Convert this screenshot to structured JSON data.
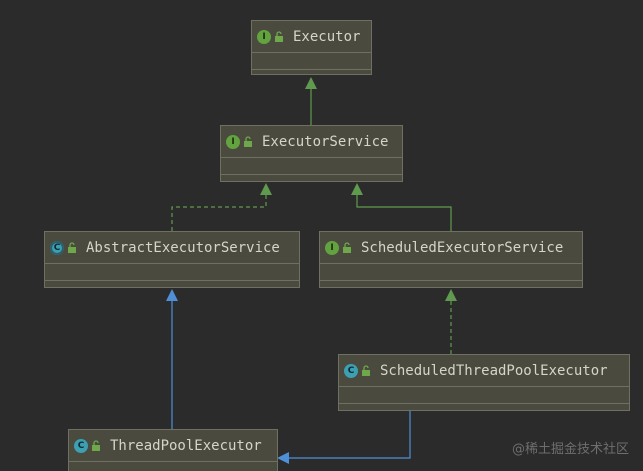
{
  "diagram": {
    "nodes": [
      {
        "id": "executor",
        "label": "Executor",
        "kind": "interface",
        "badge": "I"
      },
      {
        "id": "executor-service",
        "label": "ExecutorService",
        "kind": "interface",
        "badge": "I"
      },
      {
        "id": "abstract-executor-service",
        "label": "AbstractExecutorService",
        "kind": "abstract-class",
        "badge": "C"
      },
      {
        "id": "scheduled-executor-service",
        "label": "ScheduledExecutorService",
        "kind": "interface",
        "badge": "I"
      },
      {
        "id": "scheduled-thread-pool-executor",
        "label": "ScheduledThreadPoolExecutor",
        "kind": "class",
        "badge": "C"
      },
      {
        "id": "thread-pool-executor",
        "label": "ThreadPoolExecutor",
        "kind": "class",
        "badge": "C"
      }
    ],
    "edges": [
      {
        "from": "executor-service",
        "to": "executor",
        "type": "extends-interface"
      },
      {
        "from": "abstract-executor-service",
        "to": "executor-service",
        "type": "implements"
      },
      {
        "from": "scheduled-executor-service",
        "to": "executor-service",
        "type": "extends-interface"
      },
      {
        "from": "thread-pool-executor",
        "to": "abstract-executor-service",
        "type": "extends-class"
      },
      {
        "from": "scheduled-thread-pool-executor",
        "to": "scheduled-executor-service",
        "type": "implements"
      },
      {
        "from": "scheduled-thread-pool-executor",
        "to": "thread-pool-executor",
        "type": "extends-class"
      }
    ],
    "colors": {
      "interface_edge": "#5f9a4f",
      "class_edge": "#4f8fd8",
      "interface_badge": "#62a33f",
      "class_badge": "#3d9fb2",
      "node_fill": "#4a4a3f",
      "background": "#2b2b2b"
    }
  },
  "watermark": "@稀土掘金技术社区"
}
